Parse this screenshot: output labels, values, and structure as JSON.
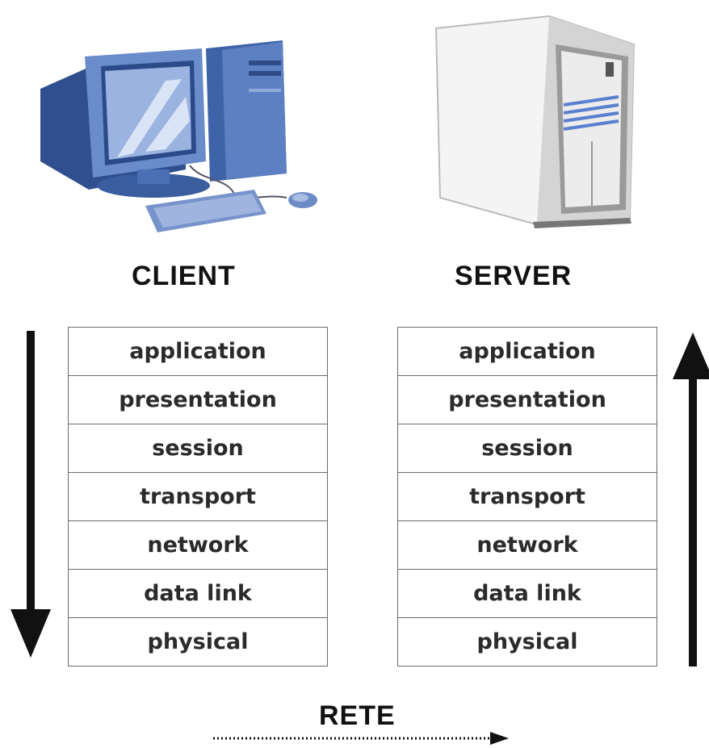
{
  "client": {
    "label": "CLIENT",
    "layers": [
      "application",
      "presentation",
      "session",
      "transport",
      "network",
      "data link",
      "physical"
    ]
  },
  "server": {
    "label": "SERVER",
    "layers": [
      "application",
      "presentation",
      "session",
      "transport",
      "network",
      "data link",
      "physical"
    ]
  },
  "network": {
    "label": "RETE"
  },
  "icons": {
    "client": "desktop-computer-icon",
    "server": "server-tower-icon"
  },
  "colors": {
    "monitor_blue": "#4a6fb5",
    "monitor_light": "#9bb3e0",
    "server_gray": "#dcdcdc",
    "arrow": "#111111"
  }
}
